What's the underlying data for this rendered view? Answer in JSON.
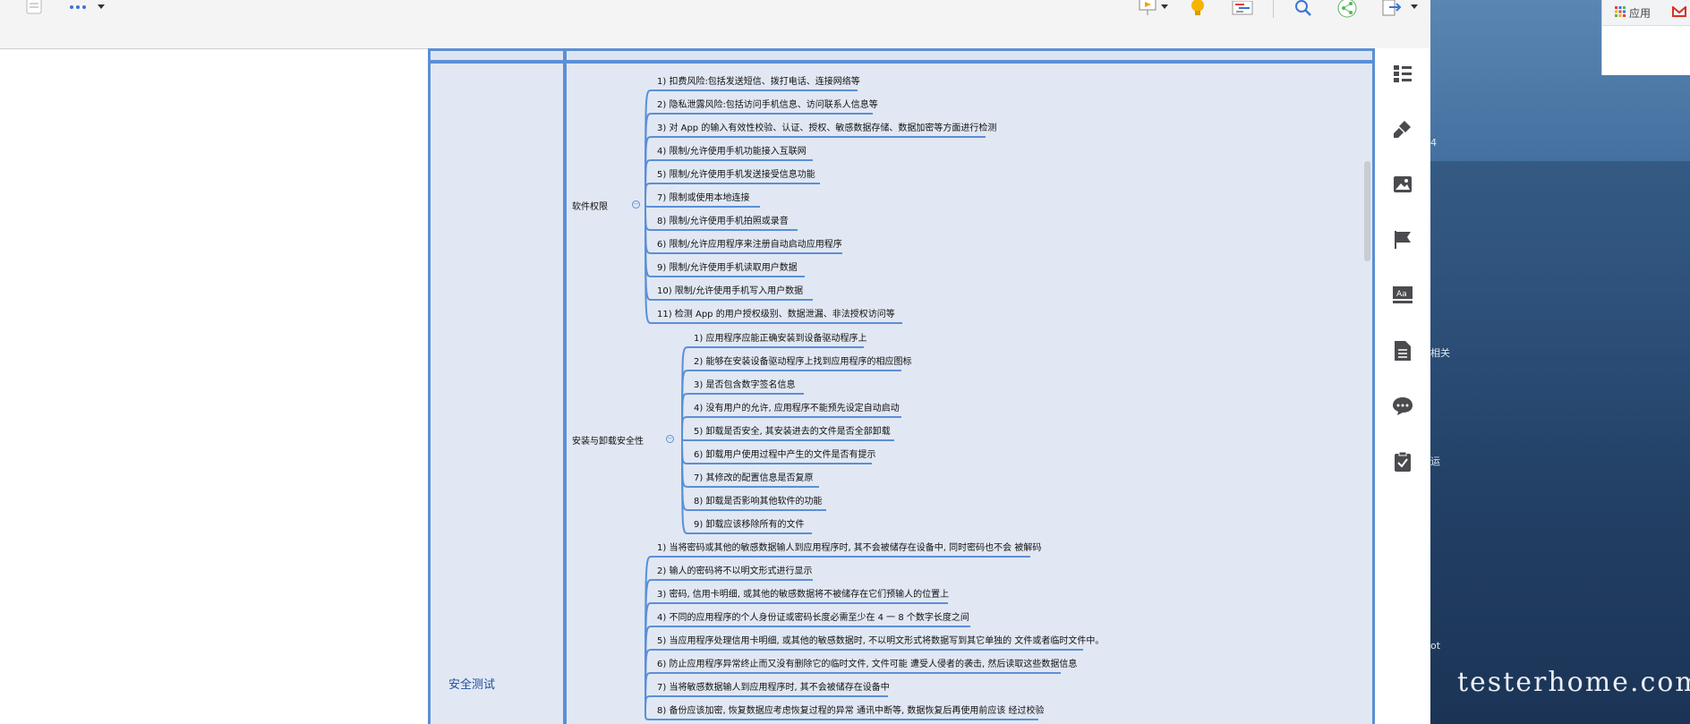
{
  "toolbar": {
    "icons": [
      "outline-toggle-icon",
      "more-icon",
      "dropdown-caret-icon",
      "presentation-icon",
      "idea-icon",
      "gantt-icon",
      "search-icon",
      "share-icon",
      "export-icon",
      "dropdown-caret-icon"
    ]
  },
  "mindmap": {
    "root": "安全测试",
    "branches": [
      {
        "label": "软件权限",
        "items": [
          "1) 扣费风险:包括发送短信、拨打电话、连接网络等",
          "2) 隐私泄露风险:包括访问手机信息、访问联系人信息等",
          "3) 对 App 的输入有效性校验、认证、授权、敏感数据存储、数据加密等方面进行检测",
          "4) 限制/允许使用手机功能接入互联网",
          "5) 限制/允许使用手机发送接受信息功能",
          "7) 限制或使用本地连接",
          "8) 限制/允许使用手机拍照或录音",
          "6) 限制/允许应用程序来注册自动启动应用程序",
          "9) 限制/允许使用手机读取用户数据",
          "10) 限制/允许使用手机写入用户数据",
          "11) 检测 App 的用户授权级别、数据泄漏、非法授权访问等"
        ]
      },
      {
        "label": "安装与卸载安全性",
        "items": [
          "1) 应用程序应能正确安装到设备驱动程序上",
          "2) 能够在安装设备驱动程序上找到应用程序的相应图标",
          "3) 是否包含数字签名信息",
          "4) 没有用户的允许, 应用程序不能预先设定自动启动",
          "5) 卸载是否安全, 其安装进去的文件是否全部卸载",
          "6) 卸载用户使用过程中产生的文件是否有提示",
          "7) 其修改的配置信息是否复原",
          "8) 卸载是否影响其他软件的功能",
          "9) 卸载应该移除所有的文件"
        ]
      },
      {
        "label": "",
        "items": [
          "1) 当将密码或其他的敏感数据输人到应用程序时, 其不会被储存在设备中, 同时密码也不会 被解码",
          "2) 输人的密码将不以明文形式进行显示",
          "3) 密码, 信用卡明细, 或其他的敏感数据将不被储存在它们预输人的位置上",
          "4) 不同的应用程序的个人身份证或密码长度必需至少在 4 一 8 个数字长度之间",
          "5) 当应用程序处理信用卡明细, 或其他的敏感数据时, 不以明文形式将数据写到其它单独的 文件或者临时文件中。",
          "6) 防止应用程序异常终止而又没有删除它的临时文件, 文件可能 遭受人侵者的袭击, 然后读取这些数据信息",
          "7) 当将敏感数据输人到应用程序时, 其不会被储存在设备中",
          "8) 备份应该加密, 恢复数据应考虑恢复过程的异常 通讯中断等, 数据恢复后再使用前应该 经过校验"
        ]
      }
    ]
  },
  "sidebar": {
    "icons": [
      "outline-structure-icon",
      "style-brush-icon",
      "image-icon",
      "flag-icon",
      "text-format-icon",
      "note-icon",
      "comment-icon",
      "task-icon"
    ]
  },
  "desktop": {
    "browser_apps_label": "应用",
    "fragments": [
      "4",
      "相关",
      "运",
      "ot"
    ],
    "watermark": "testerhome.com"
  },
  "colors": {
    "accent": "#5b8fd6",
    "sheet_bg": "#e1e8f3"
  }
}
